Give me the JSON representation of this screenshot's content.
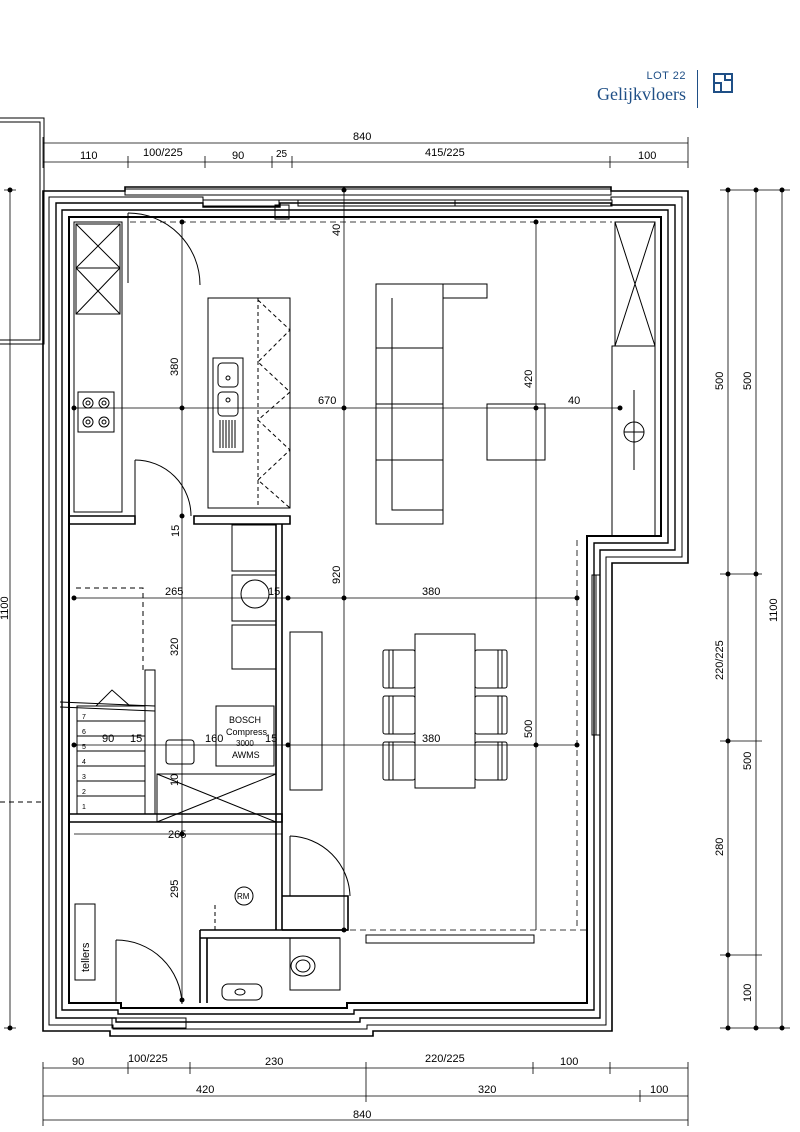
{
  "header": {
    "lot": "LOT 22",
    "title": "Gelijkvloers",
    "accent_color": "#1f4f86",
    "icon": "floorplan-icon"
  },
  "dimensions": {
    "top_total": "840",
    "top_110": "110",
    "top_100_225": "100/225",
    "top_90": "90",
    "top_25": "25",
    "top_415_225": "415/225",
    "top_100": "100",
    "bottom_90": "90",
    "bottom_100_225": "100/225",
    "bottom_230": "230",
    "bottom_220_225": "220/225",
    "bottom_100": "100",
    "bottom_420": "420",
    "bottom_320": "320",
    "bottom_100b": "100",
    "bottom_total": "840",
    "right_500a": "500",
    "right_500b": "500",
    "right_1100": "1100",
    "right_220_225": "220/225",
    "right_500c": "500",
    "right_280": "280",
    "right_100": "100",
    "left_1100": "1100",
    "in_40": "40",
    "in_380": "380",
    "in_670": "670",
    "in_420": "420",
    "in_40b": "40",
    "in_15a": "15",
    "in_265a": "265",
    "in_15b": "15",
    "in_380b": "380",
    "in_920": "920",
    "in_320": "320",
    "in_90": "90",
    "in_15c": "15",
    "in_160": "160",
    "in_15d": "15",
    "in_380c": "380",
    "in_500": "500",
    "in_10": "10",
    "in_265b": "265",
    "in_295": "295"
  },
  "labels": {
    "boiler_1": "BOSCH",
    "boiler_2": "Compress",
    "boiler_3": "3000",
    "boiler_4": "AWMS",
    "rm": "RM",
    "tellers": "tellers",
    "stair_steps": [
      "7",
      "6",
      "5",
      "4",
      "3",
      "2",
      "1"
    ]
  }
}
